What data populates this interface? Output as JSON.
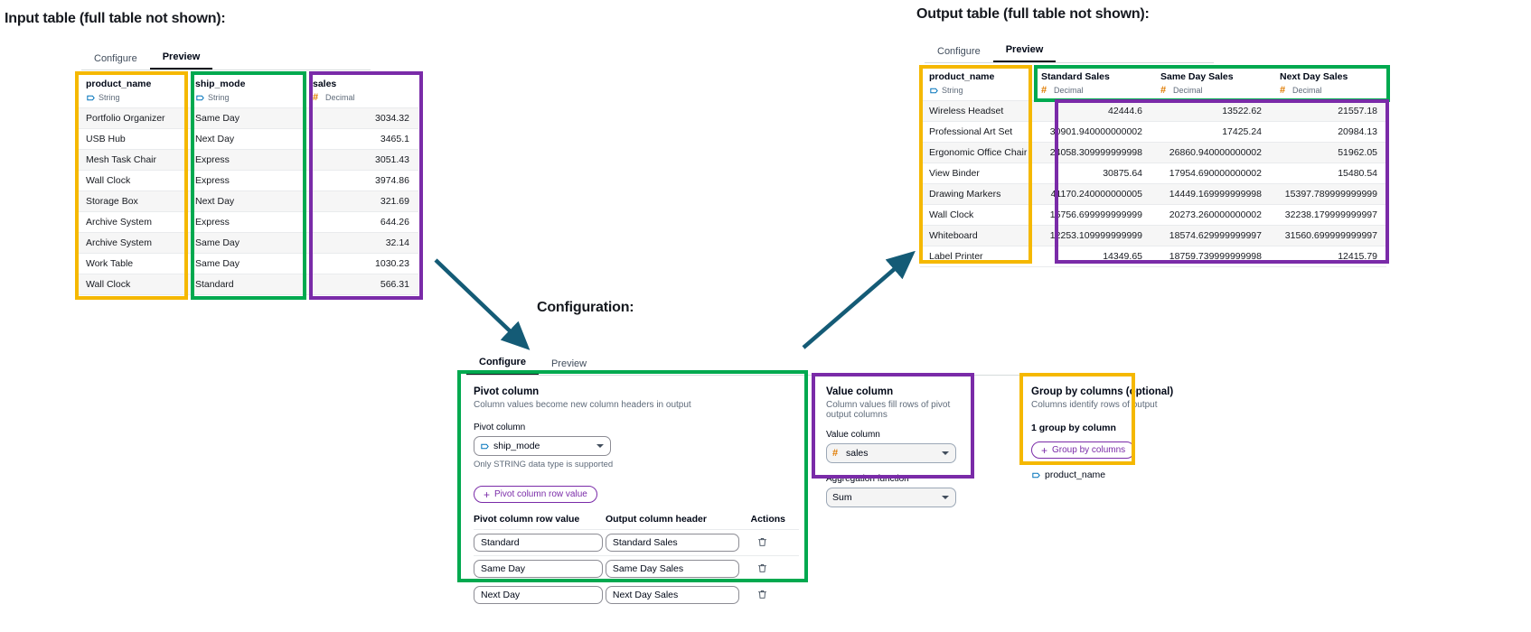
{
  "annotations": {
    "input_title": "Input table (full table not shown):",
    "output_title": "Output table (full table not shown):",
    "config_title": "Configuration:"
  },
  "colors": {
    "orange": "#f5b800",
    "green": "#00a94f",
    "purple": "#7a2ba8",
    "arrow": "#145b76",
    "decimal_icon": "#e07b00",
    "string_icon": "#0073bb"
  },
  "input_panel": {
    "tabs": [
      {
        "label": "Configure",
        "active": false
      },
      {
        "label": "Preview",
        "active": true
      }
    ],
    "columns": [
      {
        "name": "product_name",
        "type": "String",
        "type_icon": "string-icon",
        "align": "left",
        "values": [
          "Portfolio Organizer",
          "USB Hub",
          "Mesh Task Chair",
          "Wall Clock",
          "Storage Box",
          "Archive System",
          "Archive System",
          "Work Table",
          "Wall Clock"
        ]
      },
      {
        "name": "ship_mode",
        "type": "String",
        "type_icon": "string-icon",
        "align": "left",
        "values": [
          "Same Day",
          "Next Day",
          "Express",
          "Express",
          "Next Day",
          "Express",
          "Same Day",
          "Same Day",
          "Standard"
        ]
      },
      {
        "name": "sales",
        "type": "Decimal",
        "type_icon": "decimal-icon",
        "align": "right",
        "values": [
          "3034.32",
          "3465.1",
          "3051.43",
          "3974.86",
          "321.69",
          "644.26",
          "32.14",
          "1030.23",
          "566.31"
        ]
      }
    ]
  },
  "output_panel": {
    "tabs": [
      {
        "label": "Configure",
        "active": false
      },
      {
        "label": "Preview",
        "active": true
      }
    ],
    "columns": [
      {
        "name": "product_name",
        "type": "String",
        "type_icon": "string-icon",
        "align": "left",
        "values": [
          "Wireless Headset",
          "Professional Art Set",
          "Ergonomic Office Chair",
          "View Binder",
          "Drawing Markers",
          "Wall Clock",
          "Whiteboard",
          "Label Printer"
        ]
      },
      {
        "name": "Standard Sales",
        "type": "Decimal",
        "type_icon": "decimal-icon",
        "align": "right",
        "values": [
          "42444.6",
          "30901.940000000002",
          "24058.309999999998",
          "30875.64",
          "41170.240000000005",
          "15756.699999999999",
          "12253.109999999999",
          "14349.65"
        ]
      },
      {
        "name": "Same Day Sales",
        "type": "Decimal",
        "type_icon": "decimal-icon",
        "align": "right",
        "values": [
          "13522.62",
          "17425.24",
          "26860.940000000002",
          "17954.690000000002",
          "14449.169999999998",
          "20273.260000000002",
          "18574.629999999997",
          "18759.739999999998"
        ]
      },
      {
        "name": "Next Day Sales",
        "type": "Decimal",
        "type_icon": "decimal-icon",
        "align": "right",
        "values": [
          "21557.18",
          "20984.13",
          "51962.05",
          "15480.54",
          "15397.789999999999",
          "32238.179999999997",
          "31560.699999999997",
          "12415.79"
        ]
      }
    ]
  },
  "config_panel": {
    "tabs": [
      {
        "label": "Configure",
        "active": true
      },
      {
        "label": "Preview",
        "active": false
      }
    ],
    "pivot": {
      "title": "Pivot column",
      "description": "Column values become new column headers in output",
      "field_label": "Pivot column",
      "field_value": "ship_mode",
      "field_icon": "string-icon",
      "hint": "Only STRING data type is supported",
      "add_button": "Pivot column row value",
      "add_button_icon": "plus-icon",
      "table_headers": [
        "Pivot column row value",
        "Output column header",
        "Actions"
      ],
      "rows": [
        {
          "row_value": "Standard",
          "output_header": "Standard Sales",
          "action_icon": "trash-icon"
        },
        {
          "row_value": "Same Day",
          "output_header": "Same Day Sales",
          "action_icon": "trash-icon"
        },
        {
          "row_value": "Next Day",
          "output_header": "Next Day Sales",
          "action_icon": "trash-icon"
        }
      ]
    },
    "value_column": {
      "title": "Value column",
      "description": "Column values fill rows of pivot output columns",
      "field_label": "Value column",
      "field_value": "sales",
      "field_icon": "decimal-icon",
      "agg_label": "Aggregation function",
      "agg_value": "Sum"
    },
    "group_by": {
      "title": "Group by columns (optional)",
      "description": "Columns identify rows of output",
      "count_text": "1 group by column",
      "add_button": "Group by columns",
      "add_button_icon": "plus-icon",
      "items": [
        {
          "label": "product_name",
          "icon": "string-icon"
        }
      ]
    }
  }
}
